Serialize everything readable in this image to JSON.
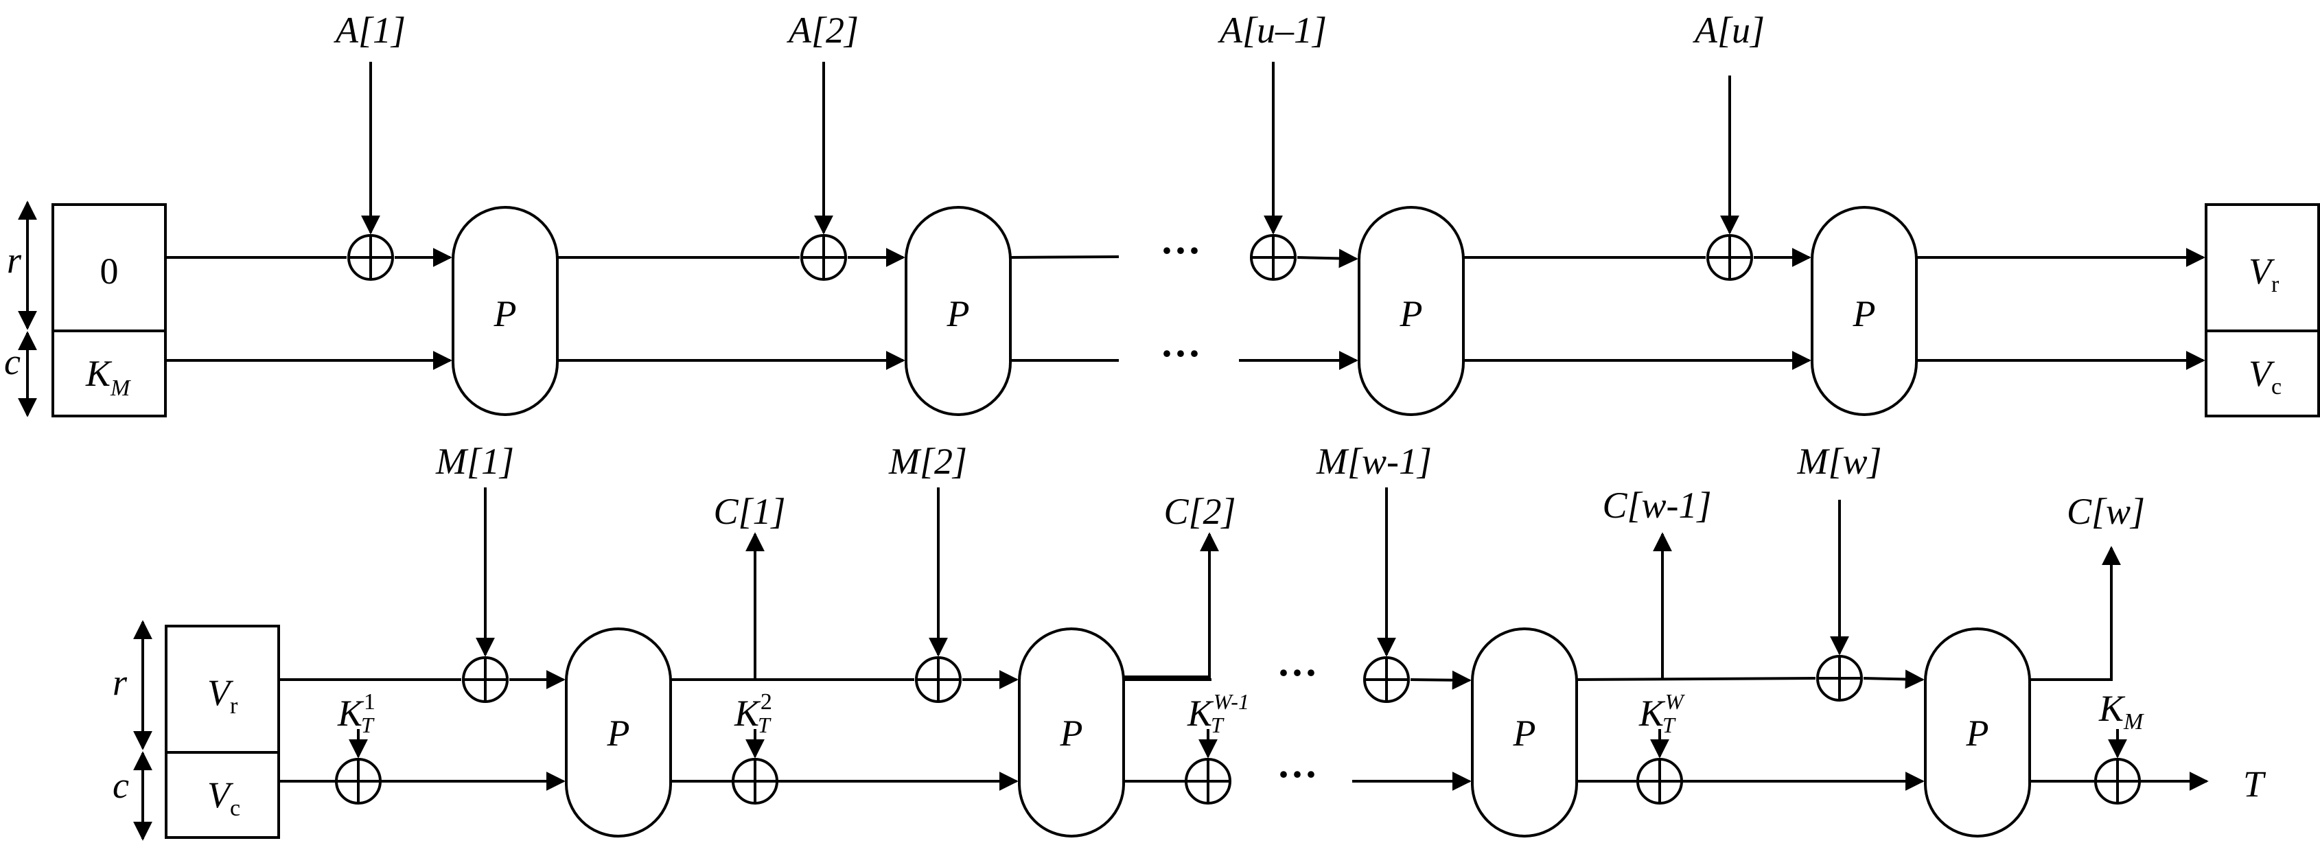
{
  "top": {
    "inputs": [
      "A[1]",
      "A[2]",
      "A[u–1]",
      "A[u]"
    ],
    "perm_label": "P",
    "state_init_r": "0",
    "state_init_c": {
      "base": "K",
      "sub": "M"
    },
    "out_r": {
      "base": "V",
      "sub": "r"
    },
    "out_c": {
      "base": "V",
      "sub": "c"
    },
    "rate_label": "r",
    "cap_label": "c",
    "ellipsis": "···"
  },
  "bottom": {
    "inputs": [
      "M[1]",
      "M[2]",
      "M[w-1]",
      "M[w]"
    ],
    "outputs": [
      "C[1]",
      "C[2]",
      "C[w-1]",
      "C[w]"
    ],
    "perm_label": "P",
    "state_in_r": {
      "base": "V",
      "sub": "r"
    },
    "state_in_c": {
      "base": "V",
      "sub": "c"
    },
    "keys": [
      {
        "base": "K",
        "sub": "T",
        "sup": "1"
      },
      {
        "base": "K",
        "sub": "T",
        "sup": "2"
      },
      {
        "base": "K",
        "sub": "T",
        "sup": "W-1"
      },
      {
        "base": "K",
        "sub": "T",
        "sup": "W"
      },
      {
        "base": "K",
        "sub": "M",
        "sup": ""
      }
    ],
    "tag_label": "T",
    "rate_label": "r",
    "cap_label": "c",
    "ellipsis": "···"
  }
}
